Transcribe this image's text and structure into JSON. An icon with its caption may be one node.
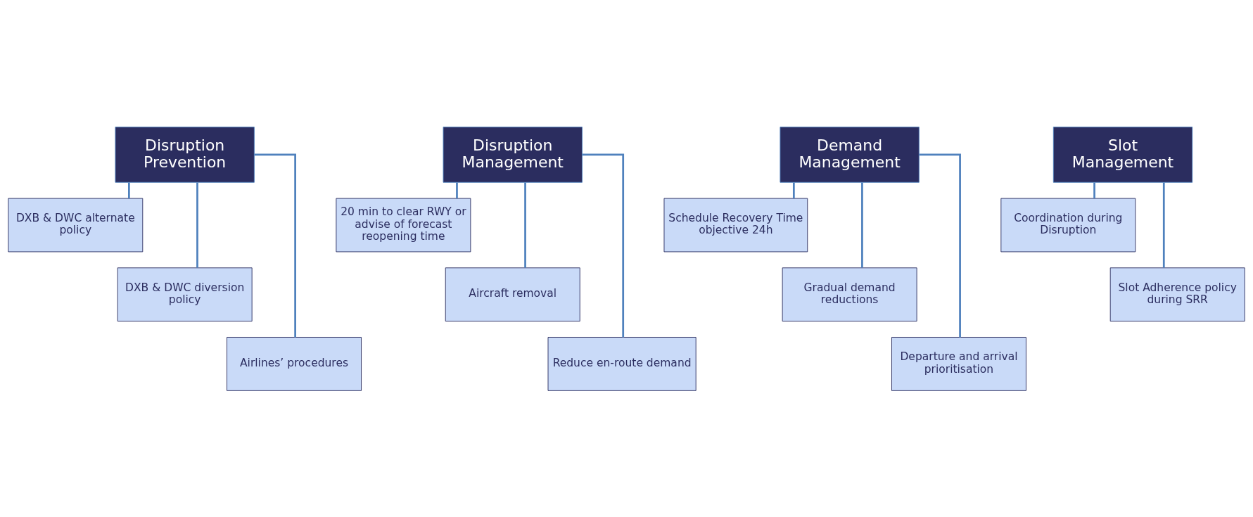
{
  "diagram": {
    "nodes": [
      {
        "text": [
          "Disruption Prevention"
        ]
      },
      {
        "text": [
          "DXB & DWC alternate policy"
        ]
      },
      {
        "text": [
          "DXB & DWC diversion policy"
        ]
      },
      {
        "text": [
          "Airlines’ procedures"
        ]
      },
      {
        "text": [
          "Disruption Management"
        ]
      },
      {
        "text": [
          "20 min to clear RWY or advise of forecast reopening time"
        ]
      },
      {
        "text": [
          "Aircraft removal"
        ]
      },
      {
        "text": [
          "Reduce en-route demand"
        ]
      },
      {
        "text": [
          "Demand Management"
        ]
      },
      {
        "text": [
          "Schedule Recovery Time objective 24h"
        ]
      },
      {
        "text": [
          "Gradual demand reductions"
        ]
      },
      {
        "text": [
          "Departure and arrival prioritisation"
        ]
      },
      {
        "text": [
          "Slot Management"
        ]
      },
      {
        "text": [
          "Coordination during Disruption"
        ]
      },
      {
        "text": [
          "Slot Adherence policy during SRR"
        ]
      }
    ],
    "edges": [
      {
        "from": 0,
        "to": 1,
        "arrow": "none"
      },
      {
        "from": 0,
        "to": 2,
        "arrow": "none"
      },
      {
        "from": 0,
        "to": 3,
        "arrow": "none"
      },
      {
        "from": 4,
        "to": 5,
        "arrow": "none"
      },
      {
        "from": 4,
        "to": 6,
        "arrow": "none"
      },
      {
        "from": 4,
        "to": 7,
        "arrow": "none"
      },
      {
        "from": 8,
        "to": 9,
        "arrow": "none"
      },
      {
        "from": 8,
        "to": 10,
        "arrow": "none"
      },
      {
        "from": 8,
        "to": 11,
        "arrow": "none"
      },
      {
        "from": 12,
        "to": 13,
        "arrow": "none"
      },
      {
        "from": 12,
        "to": 14,
        "arrow": "none"
      }
    ]
  }
}
